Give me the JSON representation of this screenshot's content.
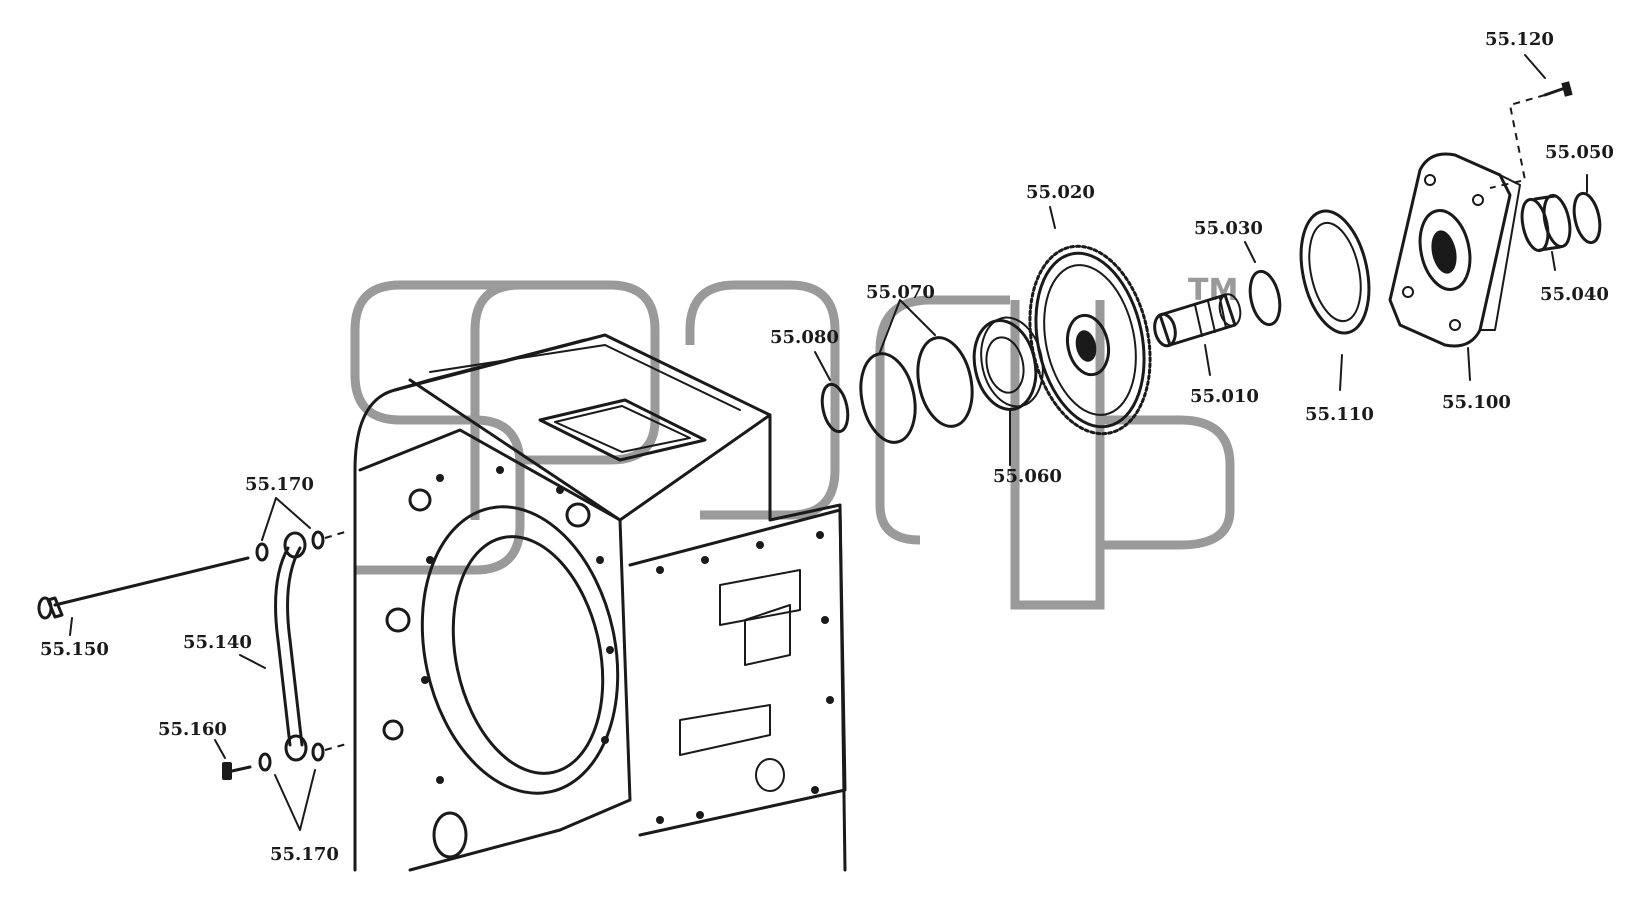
{
  "watermark": {
    "trademark": "TM"
  },
  "callouts": [
    {
      "id": "c-55120",
      "label": "55.120"
    },
    {
      "id": "c-55050",
      "label": "55.050"
    },
    {
      "id": "c-55020",
      "label": "55.020"
    },
    {
      "id": "c-55030",
      "label": "55.030"
    },
    {
      "id": "c-55070",
      "label": "55.070"
    },
    {
      "id": "c-55080",
      "label": "55.080"
    },
    {
      "id": "c-55010",
      "label": "55.010"
    },
    {
      "id": "c-55110",
      "label": "55.110"
    },
    {
      "id": "c-55100",
      "label": "55.100"
    },
    {
      "id": "c-55040",
      "label": "55.040"
    },
    {
      "id": "c-55060",
      "label": "55.060"
    },
    {
      "id": "c-55170a",
      "label": "55.170"
    },
    {
      "id": "c-55150",
      "label": "55.150"
    },
    {
      "id": "c-55140",
      "label": "55.140"
    },
    {
      "id": "c-55160",
      "label": "55.160"
    },
    {
      "id": "c-55170b",
      "label": "55.170"
    }
  ]
}
